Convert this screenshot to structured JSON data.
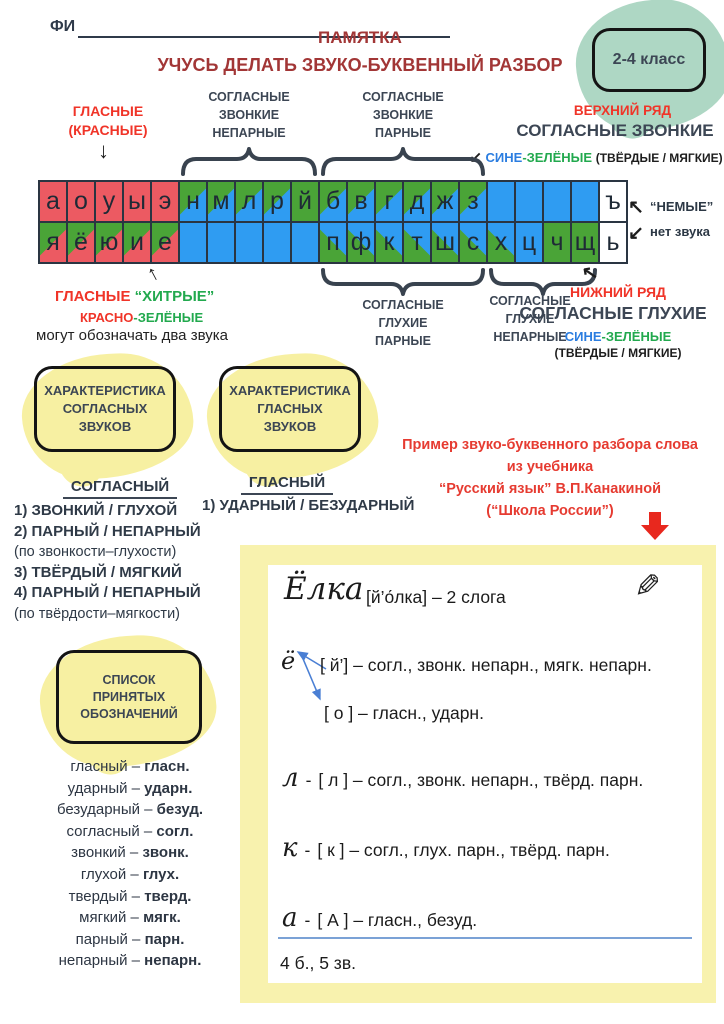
{
  "header": {
    "name_label": "ФИ",
    "title_line1": "ПАМЯТКА",
    "title_line2": "УЧУСЬ ДЕЛАТЬ ЗВУКО-БУКВЕННЫЙ РАЗБОР",
    "badge": "2-4 класс"
  },
  "letters": {
    "row1": [
      {
        "ch": "а",
        "c": "red"
      },
      {
        "ch": "о",
        "c": "red"
      },
      {
        "ch": "у",
        "c": "red"
      },
      {
        "ch": "ы",
        "c": "red"
      },
      {
        "ch": "э",
        "c": "red"
      },
      {
        "ch": "н",
        "c": "gb"
      },
      {
        "ch": "м",
        "c": "gb"
      },
      {
        "ch": "л",
        "c": "gb"
      },
      {
        "ch": "р",
        "c": "gb"
      },
      {
        "ch": "й",
        "c": "green"
      },
      {
        "ch": "б",
        "c": "gb"
      },
      {
        "ch": "в",
        "c": "gb"
      },
      {
        "ch": "г",
        "c": "gb"
      },
      {
        "ch": "д",
        "c": "gb"
      },
      {
        "ch": "ж",
        "c": "gb"
      },
      {
        "ch": "з",
        "c": "gb"
      },
      {
        "ch": "",
        "c": "blue"
      },
      {
        "ch": "",
        "c": "blue"
      },
      {
        "ch": "",
        "c": "blue"
      },
      {
        "ch": "",
        "c": "blue"
      },
      {
        "ch": "ъ",
        "c": "white"
      }
    ],
    "row2": [
      {
        "ch": "я",
        "c": "gr"
      },
      {
        "ch": "ё",
        "c": "gr"
      },
      {
        "ch": "ю",
        "c": "gr"
      },
      {
        "ch": "и",
        "c": "gr"
      },
      {
        "ch": "е",
        "c": "gr"
      },
      {
        "ch": "",
        "c": "blue"
      },
      {
        "ch": "",
        "c": "blue"
      },
      {
        "ch": "",
        "c": "blue"
      },
      {
        "ch": "",
        "c": "blue"
      },
      {
        "ch": "",
        "c": "blue"
      },
      {
        "ch": "п",
        "c": "bg"
      },
      {
        "ch": "ф",
        "c": "bg"
      },
      {
        "ch": "к",
        "c": "bg"
      },
      {
        "ch": "т",
        "c": "bg"
      },
      {
        "ch": "ш",
        "c": "bg"
      },
      {
        "ch": "с",
        "c": "bg"
      },
      {
        "ch": "х",
        "c": "bg"
      },
      {
        "ch": "ц",
        "c": "blue"
      },
      {
        "ch": "ч",
        "c": "green"
      },
      {
        "ch": "щ",
        "c": "green"
      },
      {
        "ch": "ь",
        "c": "white"
      }
    ]
  },
  "labels": {
    "vowels": [
      "ГЛАСНЫЕ",
      "(КРАСНЫЕ)"
    ],
    "voiced_unpaired": [
      "СОГЛАСНЫЕ",
      "ЗВОНКИЕ",
      "НЕПАРНЫЕ"
    ],
    "voiced_paired": [
      "СОГЛАСНЫЕ",
      "ЗВОНКИЕ",
      "ПАРНЫЕ"
    ],
    "upper_row": "ВЕРХНИЙ РЯД",
    "upper_title": "СОГЛАСНЫЕ ЗВОНКИЕ",
    "blue_word": "СИНЕ",
    "green_word": "-ЗЕЛЁНЫЕ",
    "hard_soft": "(ТВЁРДЫЕ / МЯГКИЕ)",
    "mute": "“НЕМЫЕ”",
    "no_sound": "нет звука",
    "tricky_vowels": "ГЛАСНЫЕ",
    "tricky_word": "“ХИТРЫЕ”",
    "red_word": "КРАСНО",
    "green_word2": "-ЗЕЛЁНЫЕ",
    "two_sounds": "могут обозначать два звука",
    "voiceless_paired": [
      "СОГЛАСНЫЕ",
      "ГЛУХИЕ",
      "ПАРНЫЕ"
    ],
    "voiceless_unpaired": [
      "СОГЛАСНЫЕ",
      "ГЛУХИЕ",
      "НЕПАРНЫЕ"
    ],
    "lower_row": "НИЖНИЙ  РЯД",
    "lower_title": "СОГЛАСНЫЕ ГЛУХИЕ"
  },
  "bubbles": {
    "consonant": [
      "ХАРАКТЕРИСТИКА",
      "СОГЛАСНЫХ",
      "ЗВУКОВ"
    ],
    "vowel": [
      "ХАРАКТЕРИСТИКА",
      "ГЛАСНЫХ",
      "ЗВУКОВ"
    ],
    "abbrev": [
      "СПИСОК",
      "ПРИНЯТЫХ",
      "ОБОЗНАЧЕНИЙ"
    ]
  },
  "consonant_props": {
    "title": "СОГЛАСНЫЙ",
    "items": [
      {
        "t": "1) ЗВОНКИЙ / ГЛУХОЙ",
        "b": 1
      },
      {
        "t": "2) ПАРНЫЙ / НЕПАРНЫЙ",
        "b": 1
      },
      {
        "t": "(по звонкости–глухости)",
        "b": 0
      },
      {
        "t": "3) ТВЁРДЫЙ / МЯГКИЙ",
        "b": 1
      },
      {
        "t": "4) ПАРНЫЙ / НЕПАРНЫЙ",
        "b": 1
      },
      {
        "t": "(по твёрдости–мягкости)",
        "b": 0
      }
    ]
  },
  "vowel_props": {
    "title": "ГЛАСНЫЙ",
    "item": "1) УДАРНЫЙ / БЕЗУДАРНЫЙ"
  },
  "intro": {
    "lines": [
      "Пример звуко-буквенного разбора слова",
      "из  учебника",
      "“Русский язык” В.П.Канакиной",
      "(“Школа России”)"
    ]
  },
  "abbrev_sep": "–",
  "abbreviations": [
    {
      "w": "гласный",
      "a": "гласн."
    },
    {
      "w": "ударный",
      "a": "ударн."
    },
    {
      "w": "безударный",
      "a": "безуд."
    },
    {
      "w": "согласный",
      "a": "согл."
    },
    {
      "w": "звонкий",
      "a": "звонк."
    },
    {
      "w": "глухой",
      "a": "глух."
    },
    {
      "w": "твердый",
      "a": "тверд."
    },
    {
      "w": "мягкий",
      "a": "мягк."
    },
    {
      "w": "парный",
      "a": "парн."
    },
    {
      "w": "непарный",
      "a": "непарн."
    }
  ],
  "example": {
    "word": "Ёлка",
    "transcription": "[й’о́лка] – 2 слога",
    "lines": [
      {
        "c": "ё",
        "sep": "",
        "t": "[ й’] – согл., звонк. непарн., мягк. непарн."
      },
      {
        "c": "",
        "sep": "",
        "t": "[ о ] – гласн., ударн."
      },
      {
        "c": "л",
        "sep": "-",
        "t": "[ л ] – согл., звонк. непарн., твёрд. парн."
      },
      {
        "c": "к",
        "sep": "-",
        "t": "[ к ] – согл., глух. парн., твёрд. парн."
      },
      {
        "c": "а",
        "sep": "-",
        "t": "[ А ] – гласн., безуд."
      }
    ],
    "total": "4 б., 5 зв."
  },
  "icons": {
    "down_arrow": "↓",
    "up_arrow": "↑",
    "up_left_arrow": "↖",
    "down_left_arrow": "↙",
    "pen": "✎"
  },
  "colors": {
    "cell_red": "#ec5a62",
    "cell_green": "#4aa437",
    "cell_blue": "#2f9cf2",
    "accent_red": "#f03428",
    "accent_green": "#22a94e",
    "accent_blue": "#2b7de0",
    "title_dark_red": "#a23636",
    "bubble_yellow": "#f7f0a2",
    "box_yellow": "#f8f2ae",
    "badge_mint": "#aed7c4",
    "text_slate": "#3c4654"
  }
}
